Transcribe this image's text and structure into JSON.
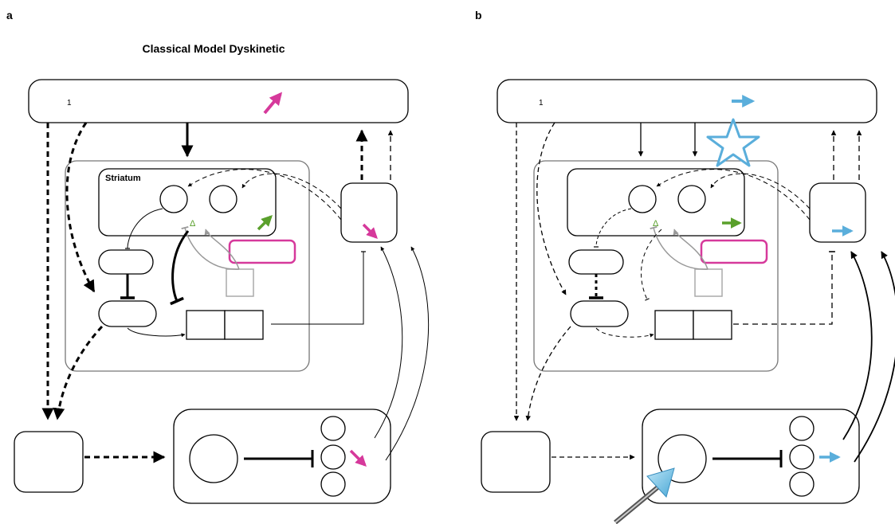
{
  "panels": [
    {
      "id": "a",
      "label": "a",
      "title": "Classical Model Dyskinetic"
    },
    {
      "id": "b",
      "label": "b"
    }
  ],
  "cortex_label": "1",
  "striatum_label": "Striatum",
  "delta_symbol": "Δ",
  "colors": {
    "magenta": "#d6399b",
    "green": "#5aa02c",
    "blue": "#5aaedb",
    "gray": "#999999",
    "outline": "#777777"
  },
  "icons": {
    "star": "star-icon",
    "electrode": "electrode-icon"
  }
}
